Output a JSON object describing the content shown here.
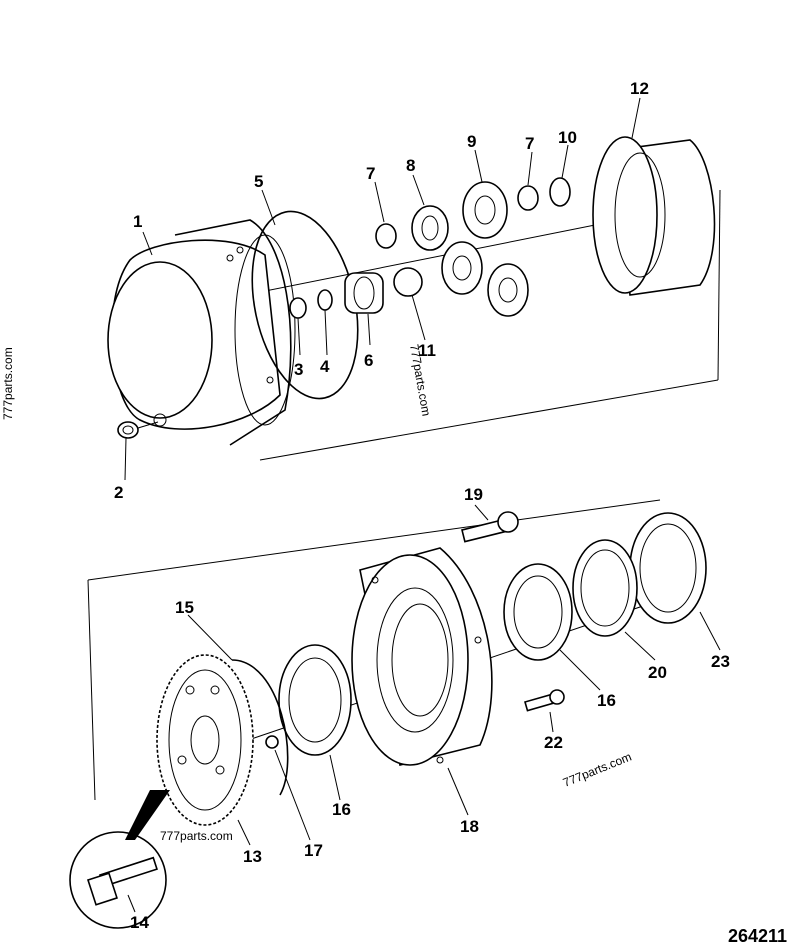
{
  "diagram": {
    "drawing_number": "264211",
    "watermarks": [
      "777parts.com",
      "777parts.com",
      "777parts.com",
      "777parts.com"
    ],
    "callouts": [
      "1",
      "2",
      "3",
      "4",
      "5",
      "6",
      "7",
      "8",
      "9",
      "7",
      "10",
      "11",
      "12",
      "19",
      "15",
      "16",
      "18",
      "20",
      "23",
      "16",
      "22",
      "13",
      "17",
      "14"
    ]
  }
}
